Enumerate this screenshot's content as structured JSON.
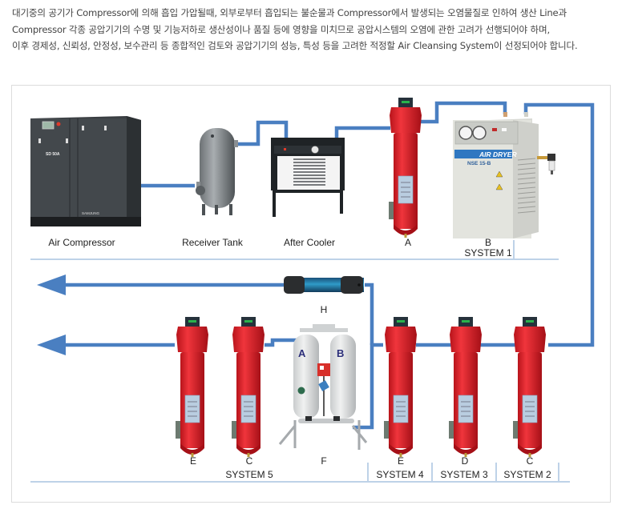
{
  "intro": {
    "lines": [
      "대기중의 공기가 Compressor에 의해 흡입 가압될때, 외부로부터 흡입되는 불순물과 Compressor에서 발생되는 오염물질로 인하여 생산 Line과",
      "Compressor 각종 공압기기의 수명 및 기능저하로 생산성이나 품질 등에 영향을 미치므로 공압시스템의 오염에 관한 고려가 선행되어야 하며,",
      "이후 경제성, 신뢰성, 안정성, 보수관리 등 종합적인 검토와 공압기기의 성능, 특성 등을 고려한 적정할 Air Cleansing System이 선정되어야 합니다."
    ]
  },
  "colors": {
    "pipe": "#4a7fc1",
    "filter_red": "#e0242c",
    "divider": "#a9c3e0",
    "frame": "#dcdcdc"
  },
  "diagram": {
    "top_row": {
      "compressor": {
        "label": "Air Compressor",
        "model": "SD 50A",
        "brand": "SAMJUNG"
      },
      "receiver_tank": {
        "label": "Receiver Tank"
      },
      "after_cooler": {
        "label": "After Cooler"
      },
      "filter_a": {
        "label": "A"
      },
      "air_dryer": {
        "label": "B",
        "brand_text": "AIR DRYER",
        "model": "NSE 15-B"
      },
      "system_1": "SYSTEM 1"
    },
    "middle": {
      "line_filter_h": {
        "label": "H"
      }
    },
    "bottom_row": {
      "filter_e5": {
        "label": "E"
      },
      "filter_c5": {
        "label": "C"
      },
      "desiccant_dryer": {
        "label": "F",
        "tower_a": "A",
        "tower_b": "B"
      },
      "filter_e4": {
        "label": "E"
      },
      "filter_d3": {
        "label": "D"
      },
      "filter_c2": {
        "label": "C"
      },
      "systems": {
        "system_5": "SYSTEM 5",
        "system_4": "SYSTEM 4",
        "system_3": "SYSTEM 3",
        "system_2": "SYSTEM 2"
      }
    }
  }
}
